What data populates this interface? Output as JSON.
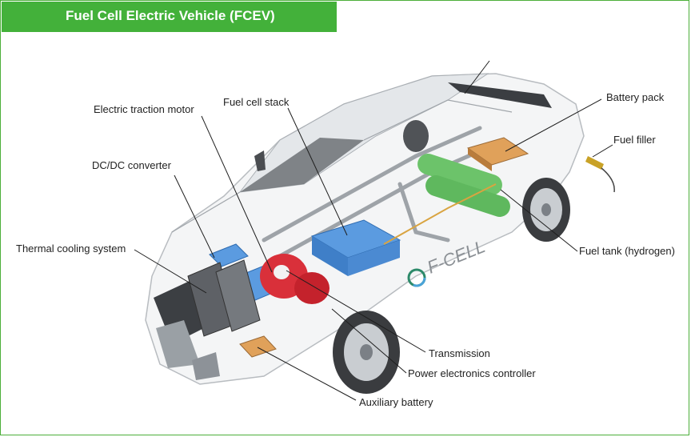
{
  "title": "Fuel Cell Electric Vehicle (FCEV)",
  "labels": {
    "electric_traction_motor": "Electric traction motor",
    "fuel_cell_stack": "Fuel cell stack",
    "dc_dc_converter": "DC/DC converter",
    "thermal_cooling_system": "Thermal cooling system",
    "battery_pack": "Battery pack",
    "fuel_filler": "Fuel filler",
    "fuel_tank": "Fuel tank (hydrogen)",
    "transmission": "Transmission",
    "power_electronics_controller": "Power electronics controller",
    "auxiliary_battery": "Auxiliary battery"
  },
  "car_badge": "F-CELL",
  "colors": {
    "brand_green": "#43b13a",
    "tank_green": "#6cc36a",
    "battery_blue": "#5b9be0",
    "motor_red": "#d9303a",
    "battery_pack_orange": "#e0a15a"
  }
}
